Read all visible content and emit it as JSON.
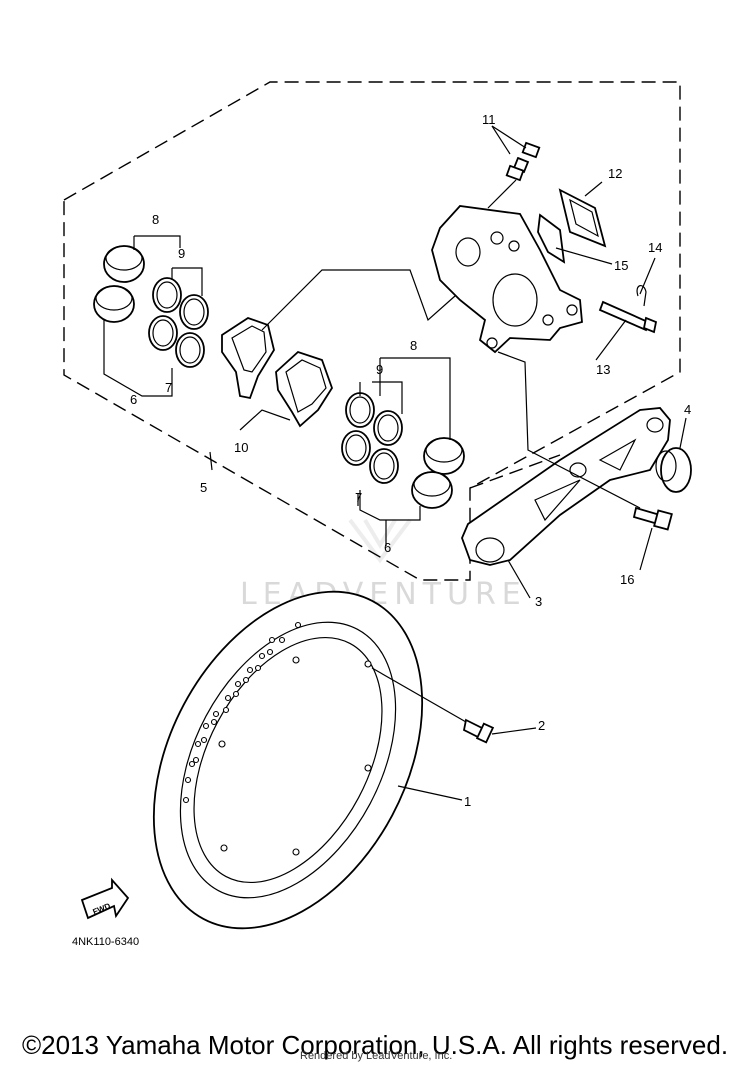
{
  "watermark": "LEADVENTURE",
  "part_code": "4NK110-6340",
  "fwd_label": "FWD",
  "copyright": "©2013 Yamaha Motor Corporation, U.S.A. All rights reserved.",
  "rendered_by": "Rendered by LeadVenture, Inc.",
  "callouts": {
    "c1": "1",
    "c2": "2",
    "c3": "3",
    "c4": "4",
    "c5": "5",
    "c6a": "6",
    "c6b": "6",
    "c7a": "7",
    "c7b": "7",
    "c8a": "8",
    "c8b": "8",
    "c9a": "9",
    "c9b": "9",
    "c10": "10",
    "c11": "11",
    "c12": "12",
    "c13": "13",
    "c14": "14",
    "c15": "15",
    "c16": "16"
  }
}
